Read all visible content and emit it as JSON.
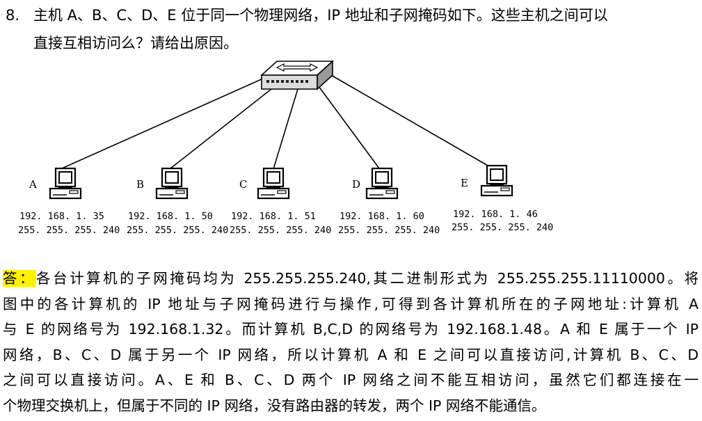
{
  "question": {
    "number": "8.",
    "line1": "主机 A、B、C、D、E 位于同一个物理网络，IP 地址和子网掩码如下。这些主机之间可以",
    "line2": "直接互相访问么？请给出原因。"
  },
  "hosts": [
    {
      "label": "A",
      "ip": "192. 168. 1. 35",
      "mask": "255. 255. 255. 240"
    },
    {
      "label": "B",
      "ip": "192. 168. 1. 50",
      "mask": "255. 255. 255. 240"
    },
    {
      "label": "C",
      "ip": "192. 168. 1. 51",
      "mask": "255. 255. 255. 240"
    },
    {
      "label": "D",
      "ip": "192. 168. 1. 60",
      "mask": "255. 255. 255. 240"
    },
    {
      "label": "E",
      "ip": "192. 168. 1. 46",
      "mask": "255. 255. 255. 240"
    }
  ],
  "answer": {
    "label": "答：",
    "lines": [
      "各台计算机的子网掩码均为 255.255.255.240,其二进制形式为 255.255.255.11110000。将",
      "图中的各计算机的 IP 地址与子网掩码进行与操作,可得到各计算机所在的子网地址:计算机 A",
      "与 E 的网络号为 192.168.1.32。而计算机 B,C,D 的网络号为 192.168.1.48。A 和 E 属于一个 IP",
      "网络，B、C、D 属于另一个 IP 网络，所以计算机 A 和 E 之间可以直接访问,计算机  B、C、D",
      "之间可以直接访问。A、E 和 B、C、D 两个 IP 网络之间不能互相访问，虽然它们都连接在一",
      "个物理交换机上，但属于不同的 IP 网络，没有路由器的转发，两个 IP 网络不能通信。"
    ]
  },
  "colors": {
    "highlight": "#fff200",
    "text": "#000000"
  }
}
